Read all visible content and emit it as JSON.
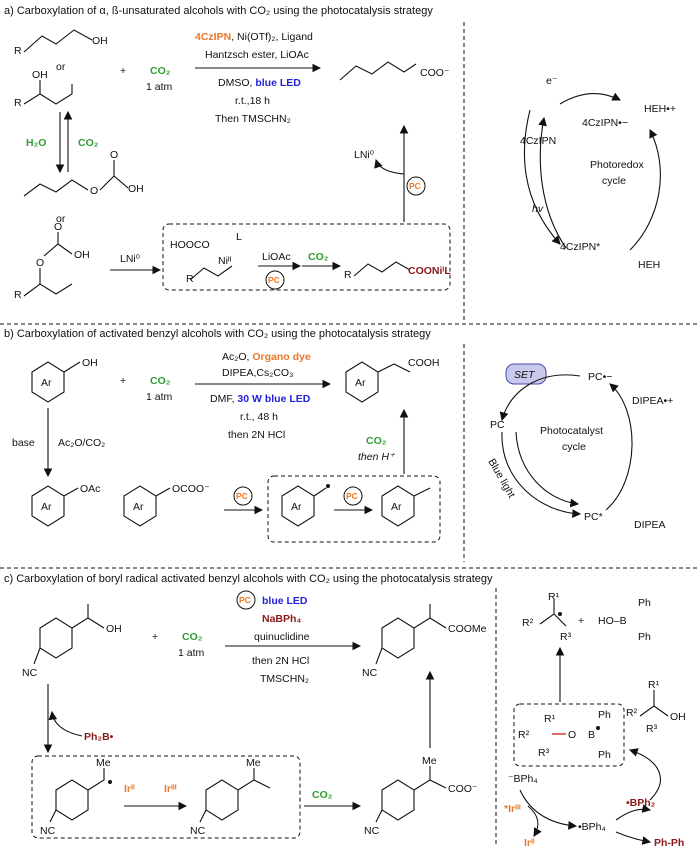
{
  "headers": {
    "a": "a) Carboxylation of α, ß-unsaturated alcohols with CO₂ using the photocatalysis strategy",
    "b": "b) Carboxylation of activated benzyl alcohols with CO₂ using the photocatalysis strategy",
    "c": "c) Carboxylation of boryl radical activated benzyl alcohols with CO₂ using the photocatalysis strategy"
  },
  "panel_a": {
    "or1": "or",
    "or2": "or",
    "oh": "OH",
    "r1": "R",
    "r2": "R",
    "oh2": "OH",
    "plus": "+",
    "co2": "CO₂",
    "co2_p": "1 atm",
    "cond1_orange": "4CzIPN",
    "cond1_rest": ", Ni(OTf)₂, Ligand",
    "cond2": "Hantzsch ester, LiOAc",
    "cond3": "DMSO,",
    "cond3_blue": "blue LED",
    "cond4": "r.t.,18 h",
    "cond5": "Then TMSCHN₂",
    "product": "COO⁻",
    "h2o": "H₂O",
    "co2_eq": "CO₂",
    "lni0_left": "LNi⁰",
    "lni0_top": "LNi⁰",
    "pc": "PC",
    "hoocco": "HOOCO",
    "ni": "Niᴵᴵ",
    "l": "L",
    "lioac": "LiOAc",
    "co2_box": "CO₂",
    "coonil": "COONiᴵL",
    "o1": "O",
    "o2": "O",
    "oh3": "OH",
    "o3": "O",
    "o4": "O",
    "oh4": "OH",
    "cycle_label1": "Photoredox",
    "cycle_label2": "cycle",
    "e": "e⁻",
    "czipn_minus": "4CzIPN•−",
    "czipn": "4CzIPN",
    "czipn_star": "4CzIPN*",
    "heh_plus": "HEH•+",
    "heh": "HEH",
    "hv": "hv"
  },
  "panel_b": {
    "oh": "OH",
    "ar1": "Ar",
    "plus": "+",
    "co2": "CO₂",
    "co2_p": "1 atm",
    "cond1": "Ac₂O,",
    "cond1_orange": "Organo dye",
    "cond2": "DIPEA,Cs₂CO₃",
    "cond3": "DMF,",
    "cond3_blue": "30 W blue LED",
    "cond4": "r.t., 48 h",
    "cond5": "then 2N HCl",
    "cooh": "COOH",
    "ar2": "Ar",
    "base": "base",
    "ac2o": "Ac₂O/CO₂",
    "oac": "OAc",
    "ar3": "Ar",
    "ocoo": "OCOO⁻",
    "ar4": "Ar",
    "ar5": "Ar",
    "ar6": "Ar",
    "co2_box": "CO₂",
    "then_h": "then H⁺",
    "pc": "PC",
    "set": "SET",
    "pc_rad": "PC•−",
    "pc_left": "PC",
    "pc_star": "PC*",
    "dipea_plus": "DIPEA•+",
    "dipea": "DIPEA",
    "cycle1": "Photocatalyst",
    "cycle2": "cycle",
    "blue_light": "Blue light"
  },
  "panel_c": {
    "oh": "OH",
    "nc1": "NC",
    "plus": "+",
    "co2": "CO₂",
    "co2_p": "1 atm",
    "pc": "PC",
    "blue_led": "blue LED",
    "nabph4": "NaBPh₄",
    "quin": "quinuclidine",
    "then_hcl": "then 2N HCl",
    "tms": "TMSCHN₂",
    "coome": "COOMe",
    "nc2": "NC",
    "ph2b": "Ph₂B•",
    "me1": "Me",
    "me2": "Me",
    "me3": "Me",
    "nc3": "NC",
    "nc4": "NC",
    "nc5": "NC",
    "ir2": "Irᴵᴵ",
    "ir3": "Irᴵᴵᴵ",
    "co2_box": "CO₂",
    "coo": "COO⁻",
    "r1": "R¹",
    "r2": "R²",
    "r3": "R³",
    "ho_b": "HO–B",
    "ph_a": "Ph",
    "ph_b": "Ph",
    "box_o": "O",
    "box_b": "B",
    "box_ph1": "Ph",
    "box_ph2": "Ph",
    "box_r1": "R¹",
    "box_r2": "R²",
    "box_r3": "R³",
    "rr1": "R¹",
    "rr2": "R²",
    "rr3": "R³",
    "rr_oh": "OH",
    "bph4_minus": "⁻BPh₄",
    "star_ir": "*Irᴵᴵᴵ",
    "ir_ii": "Irᴵᴵ",
    "bph4_rad": "•BPh₄",
    "bph2": "•BPh₂",
    "phph": "Ph-Ph"
  },
  "colors": {
    "orange": "#e8782a",
    "green": "#2f9e2f",
    "blue": "#2323d6",
    "dark_red": "#8b1a1a"
  }
}
